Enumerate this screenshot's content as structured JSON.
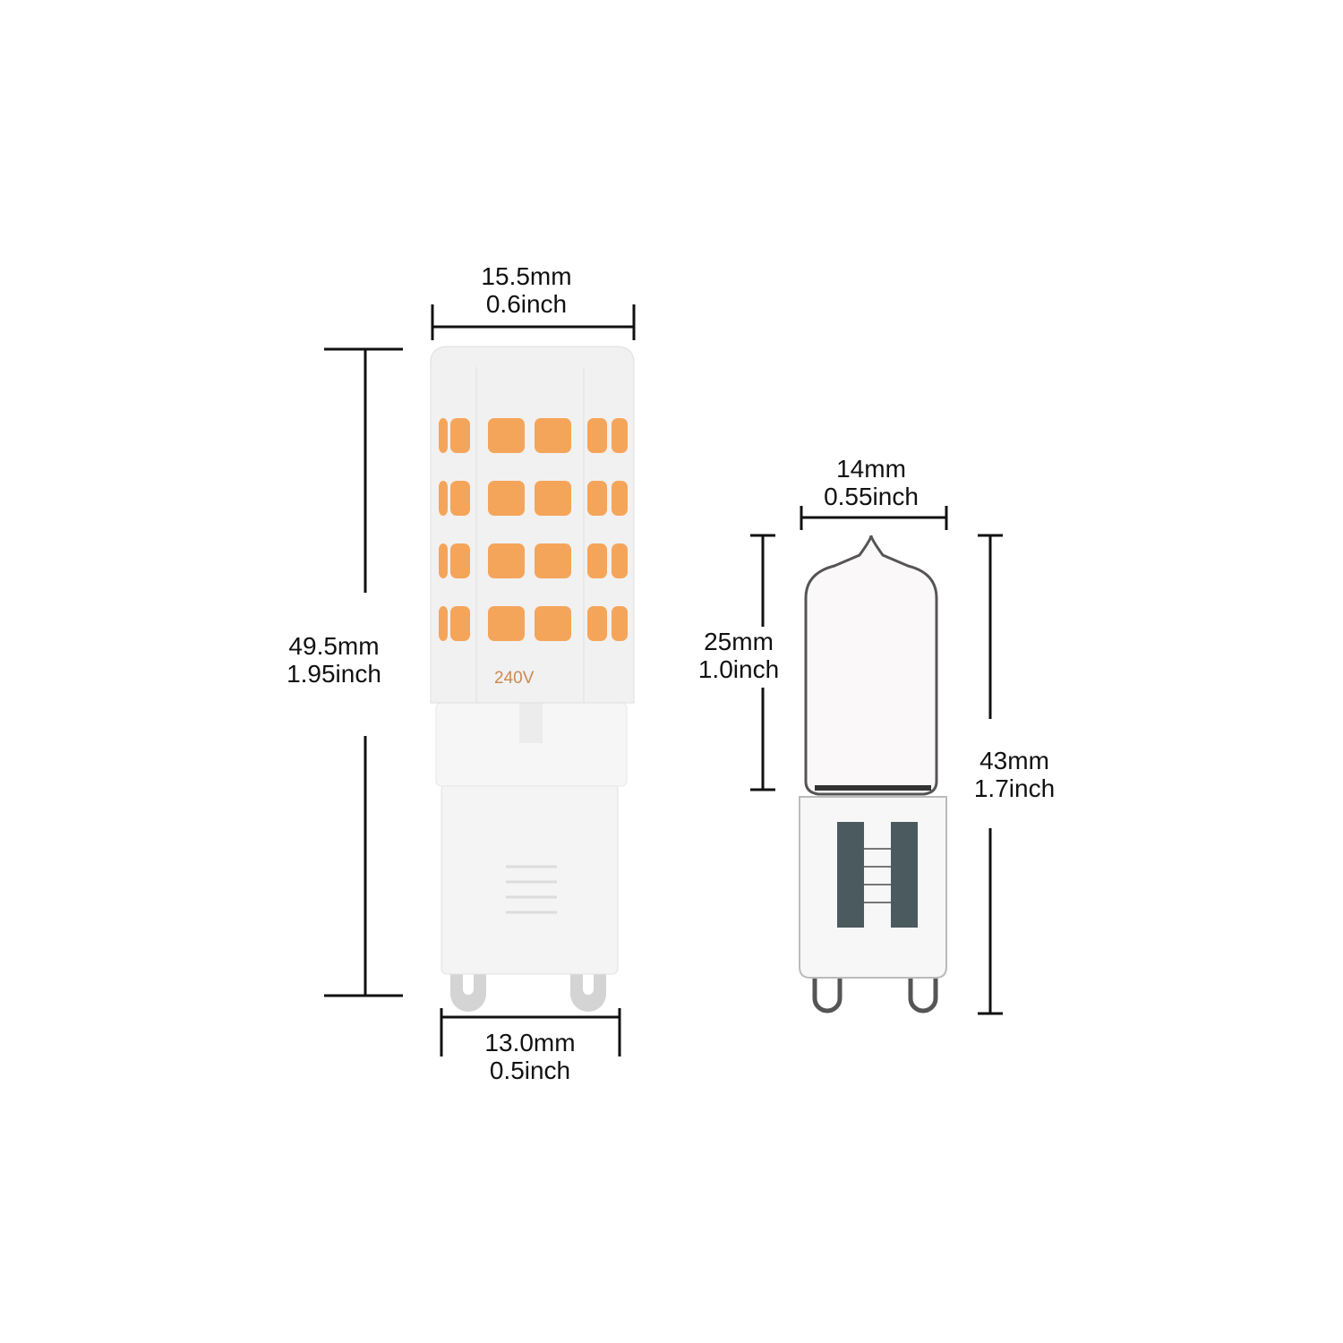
{
  "led_bulb": {
    "marking": "240V",
    "width_top": {
      "mm": "15.5mm",
      "inch": "0.6inch"
    },
    "height": {
      "mm": "49.5mm",
      "inch": "1.95inch"
    },
    "width_base": {
      "mm": "13.0mm",
      "inch": "0.5inch"
    },
    "led_color": "#f5a55a"
  },
  "halogen_bulb": {
    "width": {
      "mm": "14mm",
      "inch": "0.55inch"
    },
    "glass_height": {
      "mm": "25mm",
      "inch": "1.0inch"
    },
    "height": {
      "mm": "43mm",
      "inch": "1.7inch"
    }
  }
}
